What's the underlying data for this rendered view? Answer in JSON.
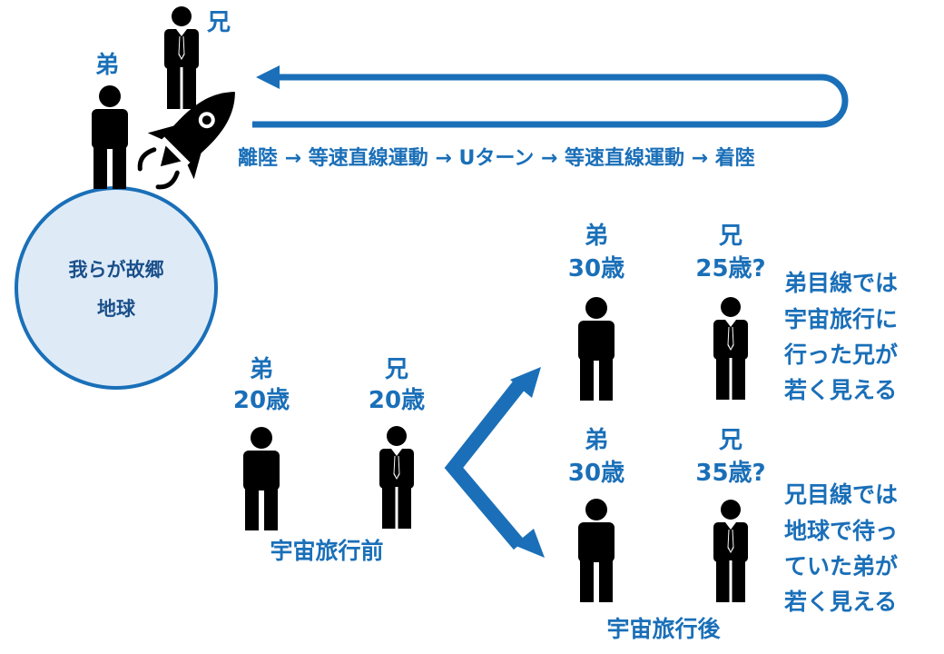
{
  "colors": {
    "accent": "#1a6fb8",
    "earth_fill": "#deebf7",
    "figure": "#000000"
  },
  "icons": {
    "person": "person-icon",
    "suit_person": "suit-person-icon",
    "rocket": "rocket-icon"
  },
  "top": {
    "younger_label": "弟",
    "elder_label": "兄",
    "journey": "離陸 → 等速直線運動 → Uターン → 等速直線運動 → 着陸"
  },
  "earth": {
    "line1": "我らが故郷",
    "line2": "地球"
  },
  "before": {
    "younger": {
      "name": "弟",
      "age": "20歳"
    },
    "elder": {
      "name": "兄",
      "age": "20歳"
    },
    "caption": "宇宙旅行前"
  },
  "after": {
    "upper": {
      "younger": {
        "name": "弟",
        "age": "30歳"
      },
      "elder": {
        "name": "兄",
        "age": "25歳?"
      },
      "note": [
        "弟目線では",
        "宇宙旅行に",
        "行った兄が",
        "若く見える"
      ]
    },
    "lower": {
      "younger": {
        "name": "弟",
        "age": "30歳"
      },
      "elder": {
        "name": "兄",
        "age": "35歳?"
      },
      "note": [
        "兄目線では",
        "地球で待っ",
        "ていた弟が",
        "若く見える"
      ]
    },
    "caption": "宇宙旅行後"
  }
}
